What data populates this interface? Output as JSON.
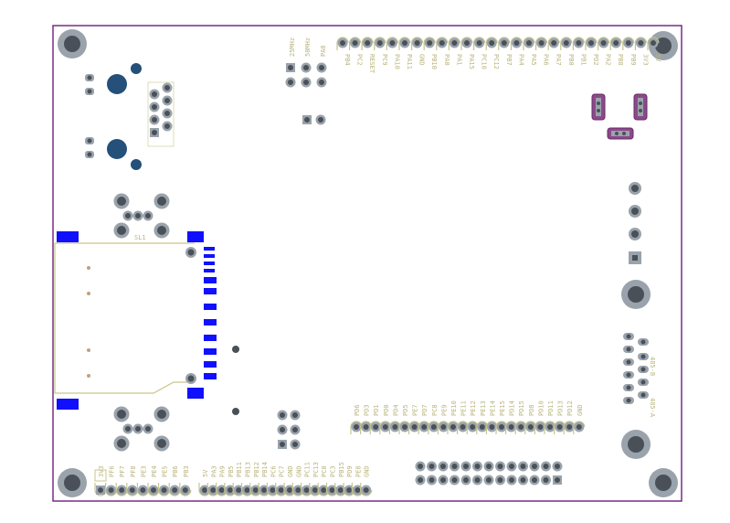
{
  "board": {
    "outline_color": "#7a2a8a",
    "silk_color": "#c9c58a",
    "pad_color": "#4a5058",
    "ring_color": "#9aa3ab",
    "copper_color": "#1010ff"
  },
  "labels": {
    "clock_25": "25MHz",
    "clock_50": "50MHz",
    "pa8": "PA8",
    "sl1": "SL1",
    "rs485_b": "485-B",
    "rs485_a": "485-A"
  },
  "top_header": [
    "PB4",
    "PC2",
    "RESET",
    "PC9",
    "PA10",
    "PA11",
    "GND",
    "PB10",
    "PA0",
    "PA1",
    "PA15",
    "PC10",
    "PC12",
    "PB7",
    "PA4",
    "PA5",
    "PA6",
    "PA7",
    "PB0",
    "PB1",
    "PD2",
    "PA2",
    "PB8",
    "PB9",
    "3V3",
    "5V"
  ],
  "mid_header": [
    "PD6",
    "PD3",
    "PD1",
    "PD0",
    "PD4",
    "PD5",
    "PE7",
    "PD7",
    "PC8",
    "PE9",
    "PE10",
    "PE11",
    "PE12",
    "PE13",
    "PE14",
    "PE15",
    "PD14",
    "PD15",
    "PD8",
    "PD10",
    "PD11",
    "PD13",
    "PD12",
    "GND"
  ],
  "bottom_left_header": [
    "3V3",
    "PF6",
    "PF7",
    "PF8",
    "PE3",
    "PE4",
    "PE5",
    "PB6",
    "PB3"
  ],
  "bottom_mid_header": [
    "5V",
    "PA3",
    "PA9",
    "PB5",
    "PB11",
    "PB13",
    "PB12",
    "PB14",
    "PC6",
    "PC7",
    "GND",
    "GND",
    "PC11",
    "PC13",
    "PC0",
    "PC3",
    "PB15",
    "PD9",
    "PE8",
    "GND"
  ]
}
